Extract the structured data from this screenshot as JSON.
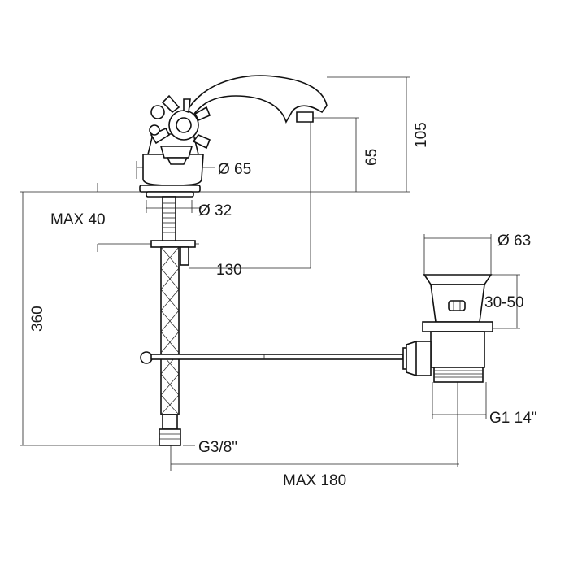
{
  "dimensions": {
    "spout_diameter": "Ø 65",
    "base_diameter": "Ø 32",
    "max_deck": "MAX 40",
    "spout_reach": "130",
    "spout_height": "65",
    "total_height": "105",
    "hose_length": "360",
    "drain_diameter": "Ø 63",
    "drain_range": "30-50",
    "drain_thread": "G1 14\"",
    "hose_thread": "G3/8\"",
    "max_rod": "MAX 180"
  },
  "colors": {
    "line": "#111111",
    "fill": "#ffffff"
  }
}
